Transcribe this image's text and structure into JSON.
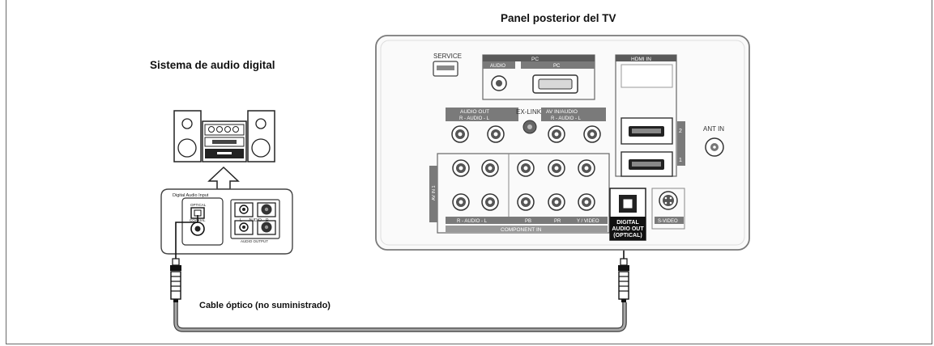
{
  "headings": {
    "tv_panel": "Panel posterior del TV",
    "audio_system": "Sistema de audio digital"
  },
  "cable_label": "Cable óptico (no suministrado)",
  "audio_system": {
    "digital_audio_input": "Digital Audio Input",
    "optical": "OPTICAL",
    "coaxial": "COAXIAL",
    "audio_output": "AUDIO OUTPUT",
    "l": "L",
    "audio": "AUDIO",
    "r": "R"
  },
  "tv_panel": {
    "service": "SERVICE",
    "pc": "PC",
    "pc_audio": "AUDIO",
    "pc_video": "PC",
    "hdmi_in": "HDMI IN",
    "audio_out": "AUDIO OUT",
    "audio_out_sub": "R - AUDIO - L",
    "ex_link": "EX-LINK",
    "av_in": "AV IN/AUDIO",
    "av_in_sub": "R - AUDIO - L",
    "ant_in": "ANT IN",
    "hdmi_2": "2",
    "hdmi_1": "1",
    "av_in_1": "AV IN 1",
    "component_in": "COMPONENT IN",
    "component_audio": "R - AUDIO - L",
    "component_pb": "PB",
    "component_pr": "PR",
    "component_y": "Y / VIDEO",
    "digital_audio_out": [
      "DIGITAL",
      "AUDIO OUT",
      "(OPTICAL)"
    ],
    "s_video": "S-VIDEO"
  },
  "colors": {
    "cable": "#9e9e9e",
    "panel_border": "#7a7a7a",
    "label_fill": "#5a5a5a"
  }
}
